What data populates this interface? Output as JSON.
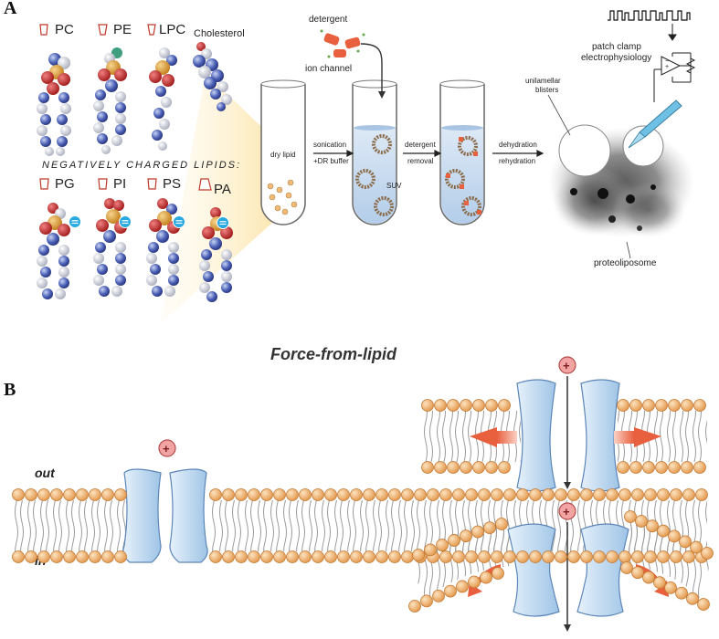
{
  "panel_a": {
    "letter": "A",
    "lipids_top": [
      "PC",
      "PE",
      "LPC"
    ],
    "cholesterol": "Cholesterol",
    "neg_heading": "NEGATIVELY CHARGED LIPIDS:",
    "lipids_bottom": [
      "PG",
      "PI",
      "PS",
      "PA"
    ],
    "detergent": "detergent",
    "ion_channel": "ion channel",
    "dry_lipid": "dry lipid",
    "sonication": "sonication",
    "dr_buffer": "+DR buffer",
    "suv": "SUV",
    "detergent2": "detergent",
    "removal": "removal",
    "dehydration": "dehydration",
    "rehydration": "rehydration",
    "patch_clamp": "patch clamp",
    "electrophysiology": "electrophysiology",
    "unilamellar": "unilamellar",
    "blisters": "blisters",
    "proteoliposome": "proteoliposome"
  },
  "panel_b": {
    "letter": "B",
    "title": "Force-from-lipid",
    "out": "out",
    "in": "in",
    "ion": "+"
  },
  "colors": {
    "lipid_head": "#f2b977",
    "channel_blue": "#b9d6ef",
    "arrow_red": "#e8603e",
    "ion_pink": "#f2a3a3",
    "tube_liquid": "#c7dcf2",
    "gradient_yellow": "#fbe3a6"
  }
}
